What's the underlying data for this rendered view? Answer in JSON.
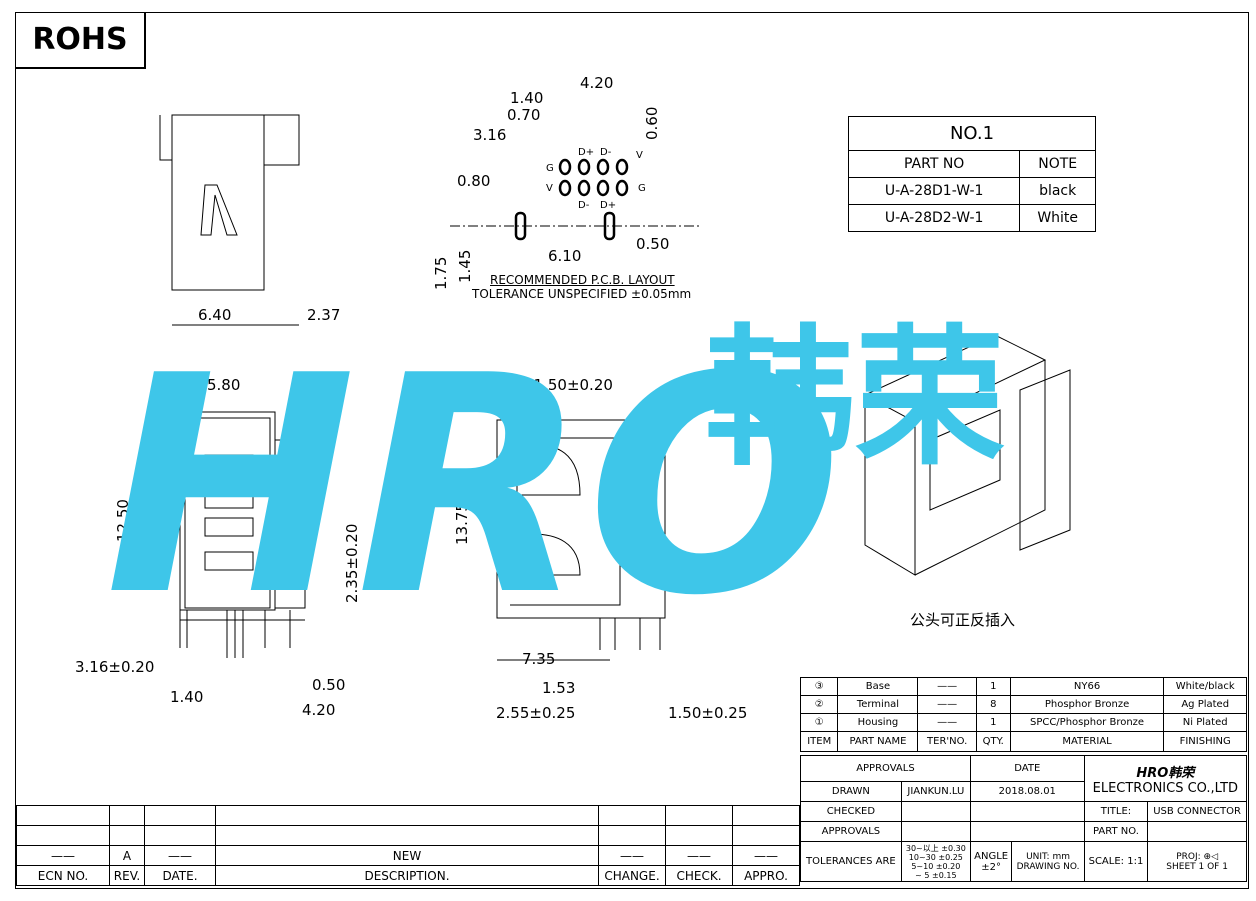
{
  "rohs_label": "ROHS",
  "watermark": {
    "text": "HRO",
    "chinese": "韩荣",
    "color": "#3ec6e9"
  },
  "side_view": {
    "dim_width": "6.40",
    "dim_depth": "2.37"
  },
  "pcb_layout": {
    "dims": [
      "4.20",
      "1.40",
      "0.70",
      "0.60",
      "3.16",
      "0.80",
      "1.75",
      "1.45",
      "6.10",
      "0.50"
    ],
    "pin_labels_top": [
      "D+",
      "D-"
    ],
    "pin_labels_bottom": [
      "D-",
      "D+"
    ],
    "pin_marks": {
      "g_left": "G",
      "v_right": "V",
      "v_left": "V",
      "g_right": "G"
    },
    "caption": "RECOMMENDED   P.C.B.  LAYOUT",
    "tolerance": "TOLERANCE  UNSPECIFIED  ±0.05mm"
  },
  "note_table": {
    "title": "NO.1",
    "headers": [
      "PART  NO",
      "NOTE"
    ],
    "rows": [
      {
        "part": "U-A-28D1-W-1",
        "note": "black"
      },
      {
        "part": "U-A-28D2-W-1",
        "note": "White"
      }
    ]
  },
  "front_view": {
    "dim_top": "5.80",
    "dim_height": "12.50",
    "dim_pin": "2.35±0.20",
    "dim_left": "3.16±0.20",
    "dim_1_40": "1.40",
    "dim_0_50": "0.50",
    "dim_4_20": "4.20"
  },
  "section_view": {
    "dim_top": "11.50±0.20",
    "dim_height": "13.75",
    "dim_7_35": "7.35",
    "dim_1_53": "1.53",
    "dim_2_55": "2.55±0.25",
    "dim_1_50": "1.50±0.25"
  },
  "iso_caption": "公头可正反插入",
  "bom": {
    "rows": [
      {
        "item": "③",
        "name": "Base",
        "ter": "——",
        "qty": "1",
        "material": "NY66",
        "finish": "White/black"
      },
      {
        "item": "②",
        "name": "Terminal",
        "ter": "——",
        "qty": "8",
        "material": "Phosphor  Bronze",
        "finish": "Ag  Plated"
      },
      {
        "item": "①",
        "name": "Housing",
        "ter": "——",
        "qty": "1",
        "material": "SPCC/Phosphor  Bronze",
        "finish": "Ni  Plated"
      }
    ],
    "headers": {
      "item": "ITEM",
      "name": "PART  NAME",
      "ter": "TER'NO.",
      "qty": "QTY.",
      "material": "MATERIAL",
      "finish": "FINISHING"
    }
  },
  "title_block": {
    "approvals_label": "APPROVALS",
    "date_label": "DATE",
    "drawn_label": "DRAWN",
    "drawn_by": "JIANKUN.LU",
    "drawn_date": "2018.08.01",
    "checked_label": "CHECKED",
    "approvals2_label": "APPROVALS",
    "tolerances_label": "TOLERANCES  ARE",
    "tolerances": [
      {
        "range": "30~以上",
        "tol": "±0.30"
      },
      {
        "range": "10~30",
        "tol": "±0.25"
      },
      {
        "range": "5~10",
        "tol": "±0.20"
      },
      {
        "range": "~ 5",
        "tol": "±0.15"
      }
    ],
    "angle_label": "ANGLE",
    "angle_value": "±2°",
    "company_logo": "HRO韩荣",
    "company": "ELECTRONICS  CO.,LTD",
    "title_label": "TITLE:",
    "title_value": "USB  CONNECTOR",
    "part_no_label": "PART  NO.",
    "unit_label": "UNIT:  mm",
    "scale_label": "SCALE:",
    "scale_value": "1:1",
    "proj_label": "PROJ:",
    "drawing_no_label": "DRAWING  NO.",
    "sheet": "SHEET  1  OF  1"
  },
  "revision_block": {
    "ecn_label": "ECN  NO.",
    "rev_label": "REV.",
    "date_label": "DATE.",
    "description_label": "DESCRIPTION.",
    "change_label": "CHANGE.",
    "check_label": "CHECK.",
    "appro_label": "APPRO.",
    "rev_value": "A",
    "description_value": "NEW"
  }
}
